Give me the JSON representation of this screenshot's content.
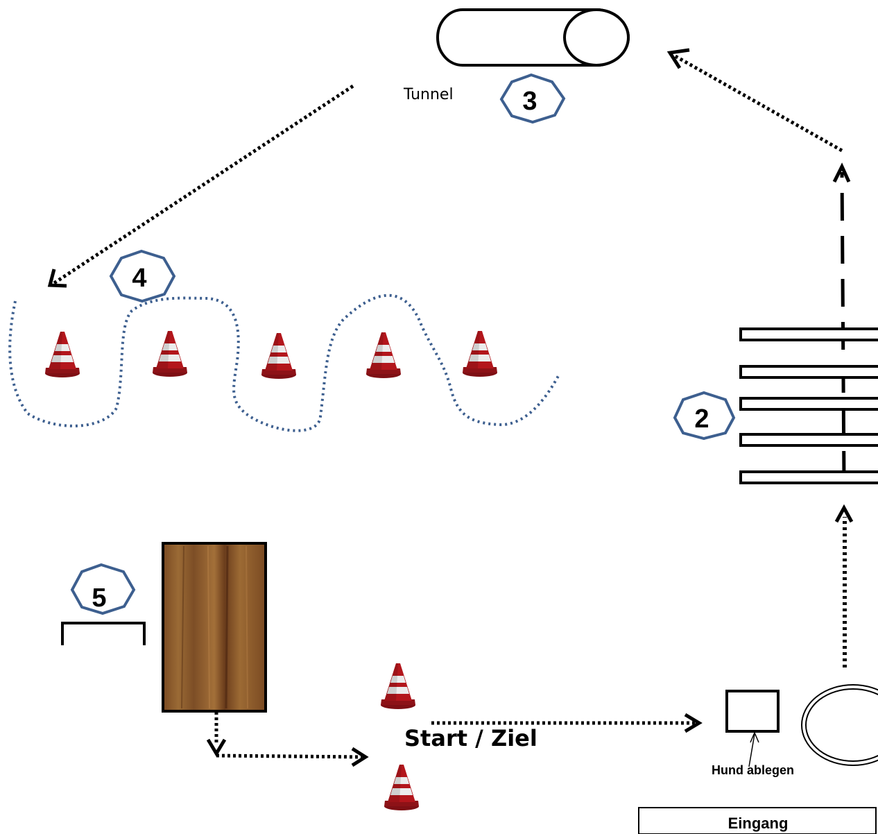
{
  "labels": {
    "tunnel": "Tunnel",
    "start_ziel": "Start / Ziel",
    "hund_ablegen": "Hund ablegen",
    "eingang": "Eingang"
  },
  "stations": {
    "s2": "2",
    "s3": "3",
    "s4": "4",
    "s5": "5"
  },
  "colors": {
    "line": "#000000",
    "badge_border": "#3d5f8f",
    "slalom_path": "#3d5f8f",
    "cone_red": "#b3161c",
    "cone_white": "#ececec",
    "ramp_wood": "#8a5a2b"
  }
}
